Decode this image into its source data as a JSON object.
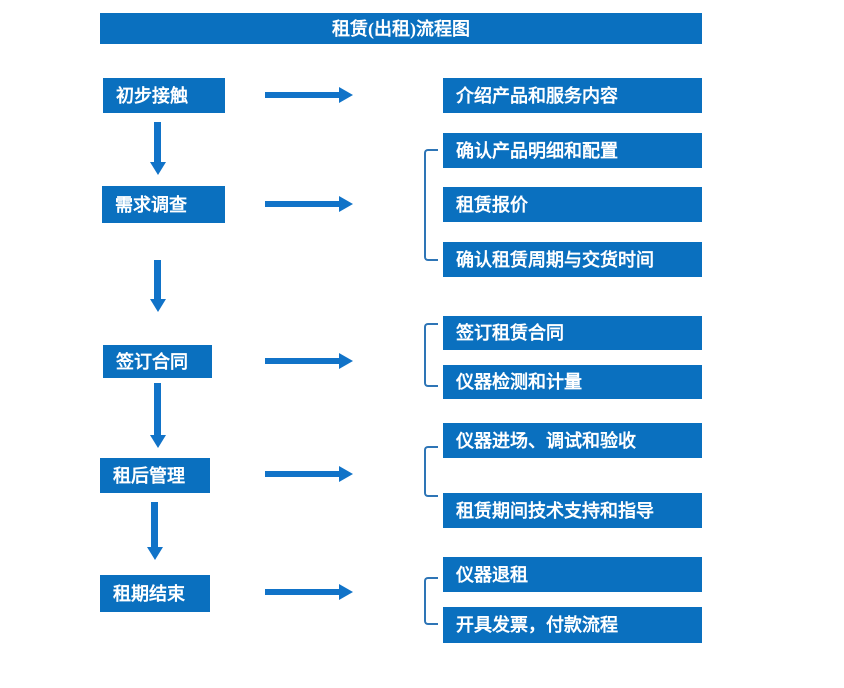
{
  "title": "租赁(出租)流程图",
  "colors": {
    "box_blue": "#0a70bf",
    "arrow_blue": "#1173c8",
    "bracket_blue": "#2e75b6",
    "text_white": "#ffffff"
  },
  "steps": [
    {
      "label": "初步接触",
      "items": [
        "介绍产品和服务内容"
      ]
    },
    {
      "label": "需求调查",
      "items": [
        "确认产品明细和配置",
        "租赁报价",
        "确认租赁周期与交货时间"
      ]
    },
    {
      "label": "签订合同",
      "items": [
        "签订租赁合同",
        "仪器检测和计量"
      ]
    },
    {
      "label": "租后管理",
      "items": [
        "仪器进场、调试和验收",
        "租赁期间技术支持和指导"
      ]
    },
    {
      "label": "租期结束",
      "items": [
        "仪器退租",
        "开具发票，付款流程"
      ]
    }
  ]
}
